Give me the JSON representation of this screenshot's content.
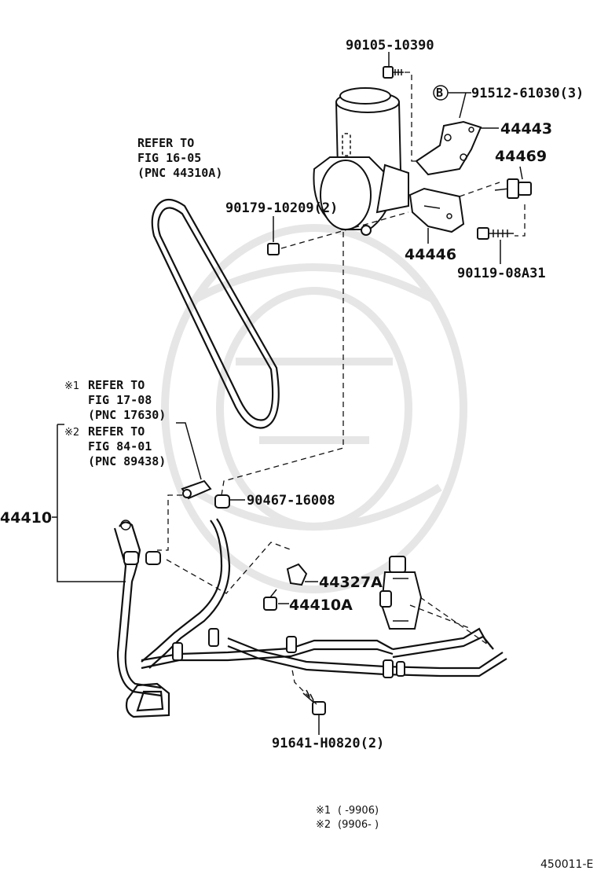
{
  "parts": {
    "p1": "90105-10390",
    "p2_marker": "B",
    "p2": "91512-61030(3)",
    "p3": "44443",
    "p4": "44469",
    "p5": "90179-10209(2)",
    "p6": "44446",
    "p7": "90119-08A31",
    "p8": "90467-16008",
    "p9": "44327A",
    "p10": "44410A",
    "p11": "91641-H0820(2)",
    "p12": "44410"
  },
  "refs": {
    "belt": [
      "REFER TO",
      "FIG 16-05",
      "(PNC 44310A)"
    ],
    "ref1_mark": "※1",
    "ref1": [
      "REFER TO",
      "FIG 17-08",
      "(PNC 17630)"
    ],
    "ref2_mark": "※2",
    "ref2": [
      "REFER TO",
      "FIG 84-01",
      "(PNC 89438)"
    ]
  },
  "notes": {
    "n1_mark": "※1",
    "n1": "(      -9906)",
    "n2_mark": "※2",
    "n2": "(9906-      )"
  },
  "figure_code": "450011-E"
}
